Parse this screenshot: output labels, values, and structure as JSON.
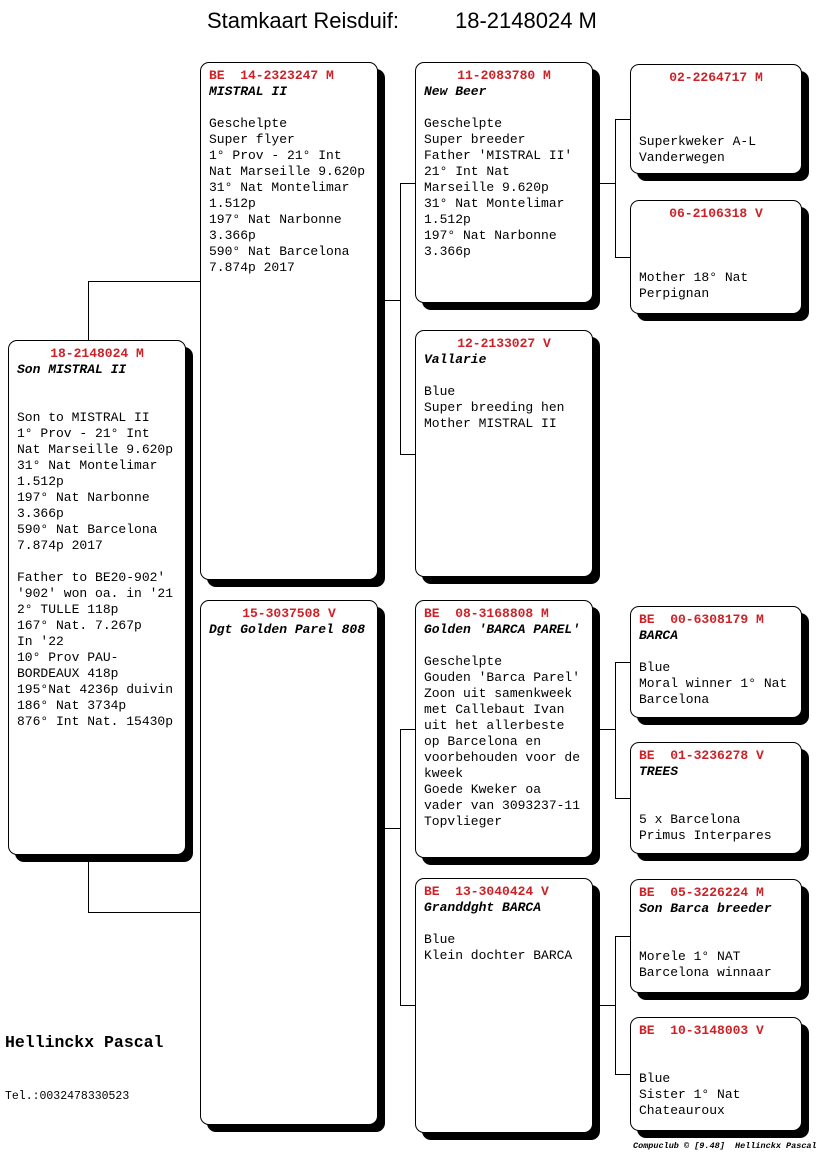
{
  "title": {
    "label": "Stamkaart Reisduif:",
    "ring": "18-2148024 M"
  },
  "colors": {
    "accent": "#cc2227",
    "ink": "#000000",
    "paper": "#ffffff"
  },
  "pedigree": {
    "subject": {
      "header": "18-2148024 M",
      "name": "Son MISTRAL II",
      "body": "\n\nSon to MISTRAL II\n1° Prov - 21° Int\nNat Marseille 9.620p\n31° Nat Montelimar\n1.512p\n197° Nat Narbonne\n3.366p\n590° Nat Barcelona\n7.874p 2017\n\nFather to BE20-902'\n'902' won oa. in '21\n2° TULLE 118p\n167° Nat. 7.267p\nIn '22\n10° Prov PAU-\nBORDEAUX 418p\n195°Nat 4236p duivin\n186° Nat 3734p\n876° Int Nat. 15430p"
    },
    "father": {
      "header": "BE  14-2323247 M",
      "name": "MISTRAL II",
      "body": "\nGeschelpte\nSuper flyer\n1° Prov - 21° Int\nNat Marseille 9.620p\n31° Nat Montelimar\n1.512p\n197° Nat Narbonne\n3.366p\n590° Nat Barcelona\n7.874p 2017"
    },
    "mother": {
      "header": "15-3037508 V",
      "name": "Dgt Golden Parel 808",
      "body": ""
    },
    "ff": {
      "header": "11-2083780 M",
      "name": "New Beer",
      "body": "\nGeschelpte\nSuper breeder\nFather 'MISTRAL II'\n21° Int Nat\nMarseille 9.620p\n31° Nat Montelimar\n1.512p\n197° Nat Narbonne\n3.366p"
    },
    "fm": {
      "header": "12-2133027 V",
      "name": "Vallarie",
      "body": "\nBlue\nSuper breeding hen\nMother MISTRAL II"
    },
    "mf": {
      "header": "BE  08-3168808 M",
      "name": "Golden 'BARCA PAREL'",
      "body": "\nGeschelpte\nGouden 'Barca Parel'\nZoon uit samenkweek\nmet Callebaut Ivan\nuit het allerbeste\nop Barcelona en\nvoorbehouden voor de\nkweek\nGoede Kweker oa\nvader van 3093237-11\nTopvlieger"
    },
    "mm": {
      "header": "BE  13-3040424 V",
      "name": "Granddght BARCA",
      "body": "\nBlue\nKlein dochter BARCA"
    },
    "fff": {
      "header": "02-2264717 M",
      "name": "",
      "body": "\n\n\nSuperkweker A-L\nVanderwegen"
    },
    "ffm": {
      "header": "06-2106318 V",
      "name": "",
      "body": "\n\n\nMother 18° Nat\nPerpignan"
    },
    "mff": {
      "header": "BE  00-6308179 M",
      "name": "BARCA",
      "body": "\nBlue\nMoral winner 1° Nat\nBarcelona"
    },
    "mfm": {
      "header": "BE  01-3236278 V",
      "name": "TREES",
      "body": "\n\n5 x Barcelona\nPrimus Interpares"
    },
    "mmf": {
      "header": "BE  05-3226224 M",
      "name": "Son Barca breeder",
      "body": "\n\nMorele 1° NAT\nBarcelona winnaar"
    },
    "mmm": {
      "header": "BE  10-3148003 V",
      "name": "",
      "body": "\n\nBlue\nSister 1° Nat\nChateauroux"
    }
  },
  "footer": {
    "owner": "Hellinckx Pascal",
    "phone": "Tel.:0032478330523",
    "credit": "Compuclub © [9.48]  Hellinckx Pascal"
  }
}
